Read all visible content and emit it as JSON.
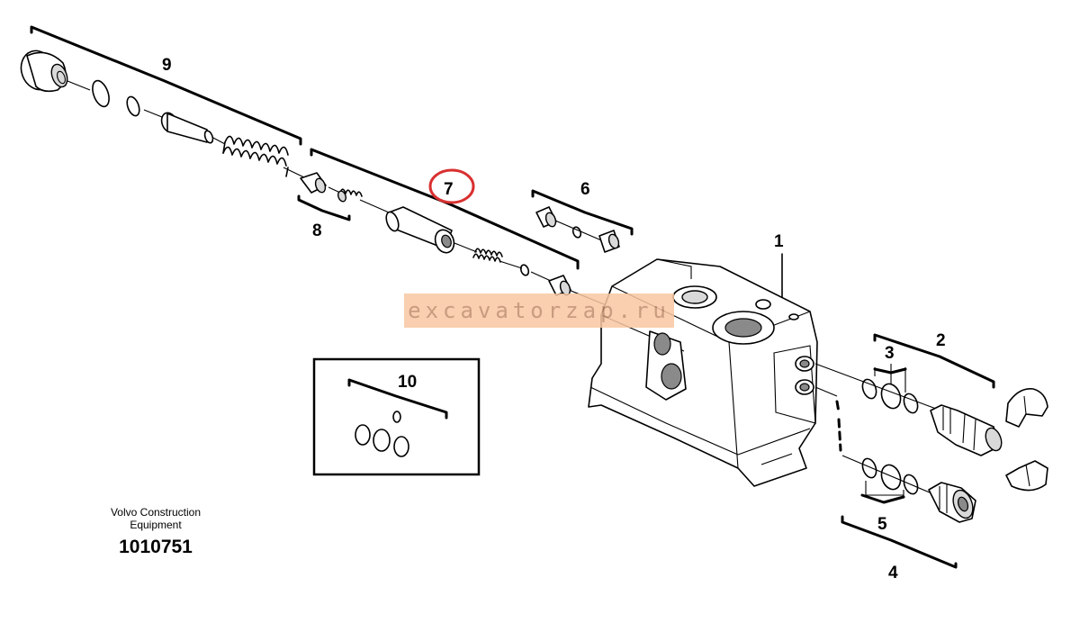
{
  "callouts": {
    "c1": "1",
    "c2": "2",
    "c3": "3",
    "c4": "4",
    "c5": "5",
    "c6": "6",
    "c7": "7",
    "c8": "8",
    "c9": "9",
    "c10": "10"
  },
  "highlight_color": "#d93030",
  "watermark": "excavatorzap.ru",
  "brand": {
    "line1": "Volvo Construction",
    "line2": "Equipment",
    "doc_number": "1010751"
  }
}
